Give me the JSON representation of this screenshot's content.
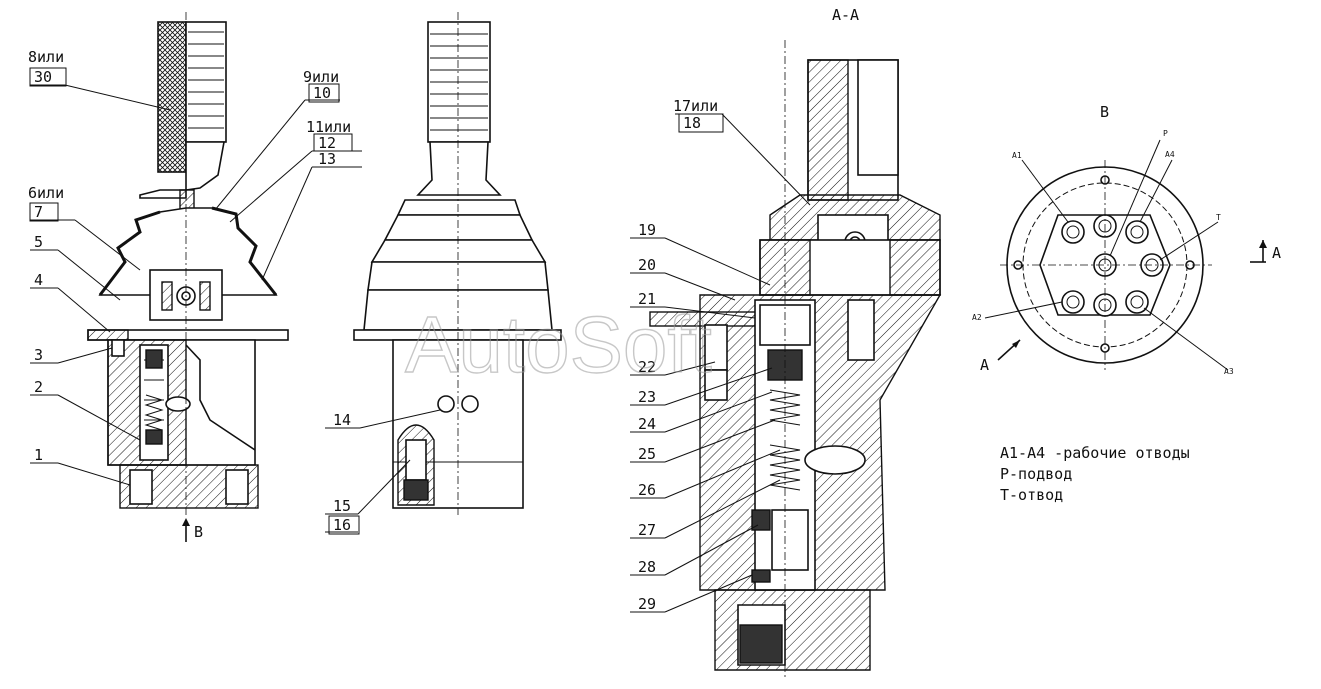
{
  "labels": {
    "p1": "1",
    "p2": "2",
    "p3": "3",
    "p4": "4",
    "p5": "5",
    "p6": "6или",
    "p7": "7",
    "p8": "8или",
    "p30": "30",
    "p9": "9или",
    "p10": "10",
    "p11": "11или",
    "p12": "12",
    "p13": "13",
    "p14": "14",
    "p15": "15",
    "p16": "16",
    "p17": "17или",
    "p18": "18",
    "p19": "19",
    "p20": "20",
    "p21": "21",
    "p22": "22",
    "p23": "23",
    "p24": "24",
    "p25": "25",
    "p26": "26",
    "p27": "27",
    "p28": "28",
    "p29": "29"
  },
  "views": {
    "section": "А-А",
    "view_b": "В",
    "arrow_b": "В",
    "arrow_a_left": "А",
    "arrow_a_right": "А"
  },
  "port_labels": {
    "a1": "А1",
    "a2": "А2",
    "a3": "А3",
    "a4": "А4",
    "p": "Р",
    "t": "Т"
  },
  "legend": {
    "line1": "А1-А4 -рабочие отводы",
    "line2": "Р-подвод",
    "line3": "Т-отвод"
  },
  "watermark": "AutoSoft"
}
